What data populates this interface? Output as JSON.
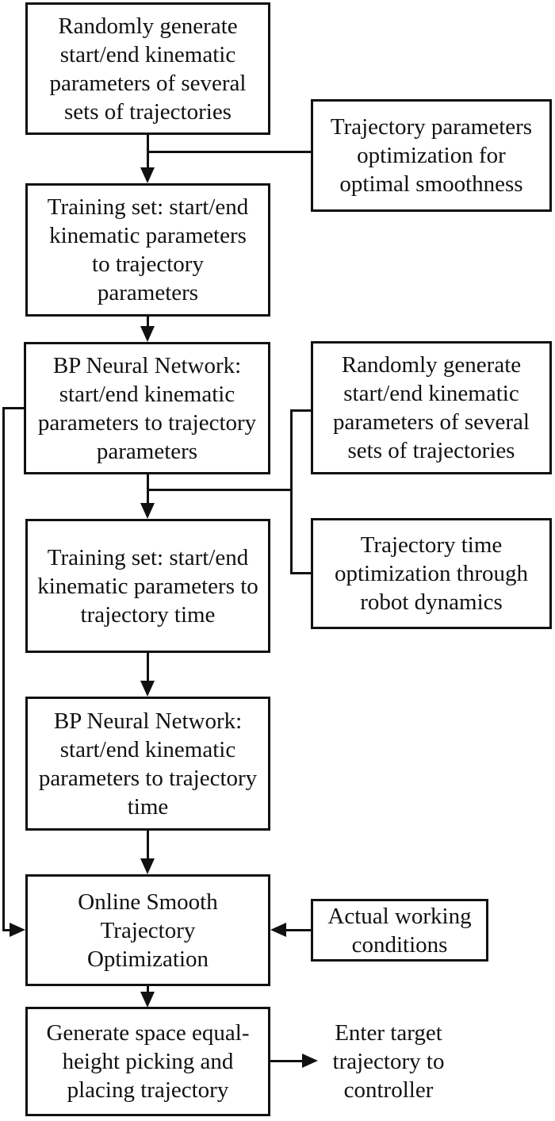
{
  "figure": {
    "type": "flowchart",
    "ink_color": "#111111",
    "background_color": "#ffffff",
    "boxes": {
      "random_generation_1": {
        "lines": [
          "Randomly generate",
          "start/end kinematic",
          "parameters of several",
          "sets of trajectories"
        ]
      },
      "trajectory_params_optimization": {
        "lines": [
          "Trajectory parameters",
          "optimization for",
          "optimal smoothness"
        ]
      },
      "training_set_params": {
        "lines": [
          "Training set: start/end",
          "kinematic parameters",
          "to trajectory",
          "parameters"
        ]
      },
      "bpnn_params": {
        "lines": [
          "BP Neural Network:",
          "start/end kinematic",
          "parameters to trajectory",
          "parameters"
        ]
      },
      "random_generation_2": {
        "lines": [
          "Randomly generate",
          "start/end kinematic",
          "parameters of several",
          "sets of trajectories"
        ]
      },
      "training_set_time": {
        "lines": [
          "Training set: start/end",
          "kinematic parameters to",
          "trajectory time"
        ]
      },
      "trajectory_time_optimization": {
        "lines": [
          "Trajectory time",
          "optimization through",
          "robot dynamics"
        ]
      },
      "bpnn_time": {
        "lines": [
          "BP Neural Network:",
          "start/end kinematic",
          "parameters to trajectory",
          "time"
        ]
      },
      "online_smooth_optimization": {
        "lines": [
          "Online Smooth",
          "Trajectory",
          "Optimization"
        ]
      },
      "actual_working_conditions": {
        "lines": [
          "Actual working",
          "conditions"
        ]
      },
      "generate_trajectory": {
        "lines": [
          "Generate space equal-",
          "height picking and",
          "placing trajectory"
        ]
      }
    },
    "free_text": {
      "enter_target": {
        "lines": [
          "Enter target",
          "trajectory to",
          "controller"
        ]
      }
    }
  }
}
